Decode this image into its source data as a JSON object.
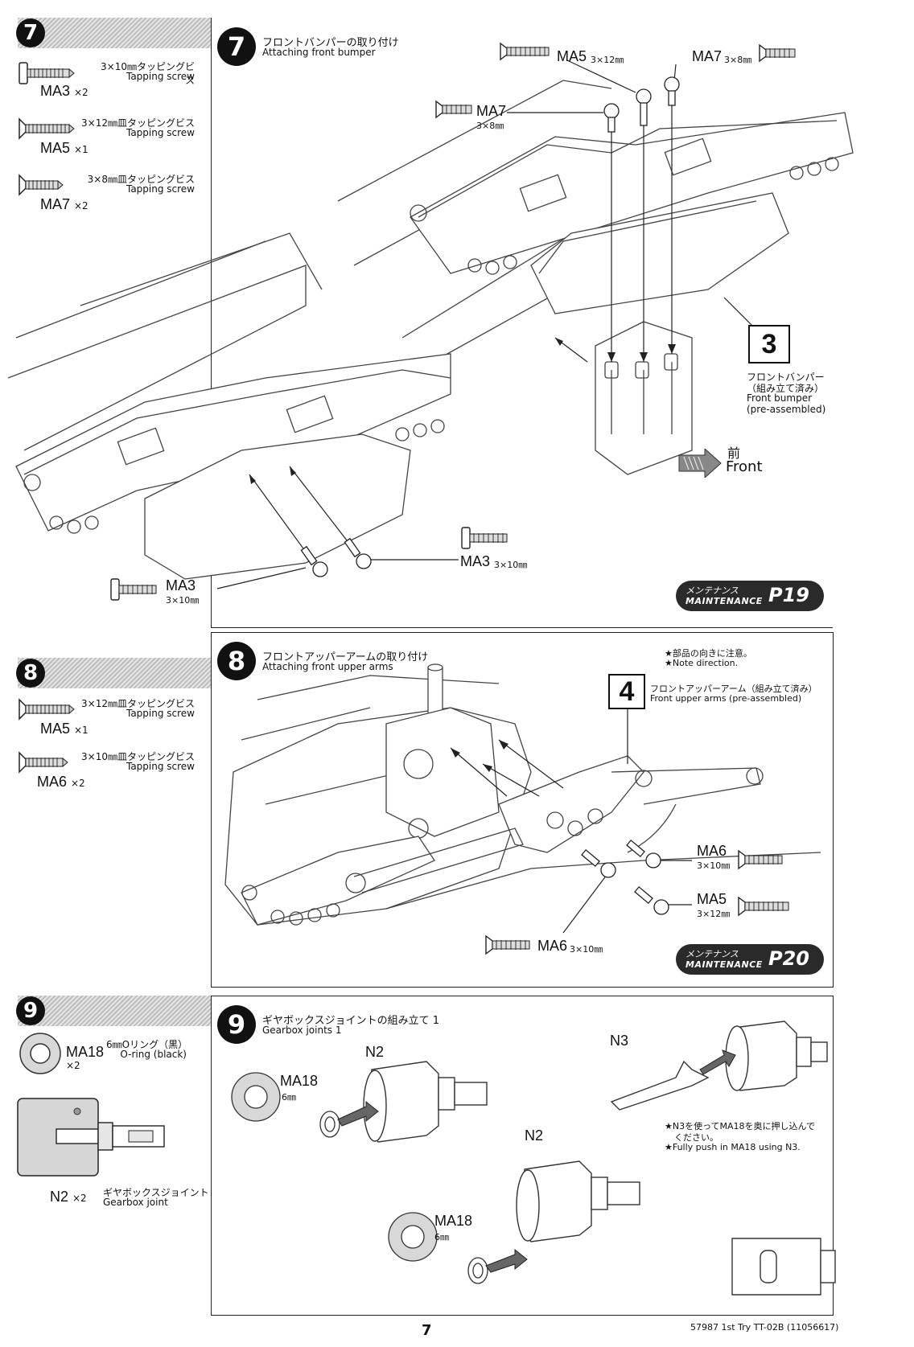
{
  "step7": {
    "number": "7",
    "title_jp": "フロントバンパーの取り付け",
    "title_en": "Attaching front bumper",
    "parts": [
      {
        "code": "MA3",
        "qty": "×2",
        "size_jp": "3×10㎜タッピングビス",
        "desc_en": "Tapping screw"
      },
      {
        "code": "MA5",
        "qty": "×1",
        "size_jp": "3×12㎜皿タッピングビス",
        "desc_en": "Tapping screw"
      },
      {
        "code": "MA7",
        "qty": "×2",
        "size_jp": "3×8㎜皿タッピングビス",
        "desc_en": "Tapping screw"
      }
    ],
    "callouts": [
      {
        "code": "MA5",
        "size": "3×12㎜"
      },
      {
        "code": "MA7",
        "size": "3×8㎜"
      },
      {
        "code": "MA7",
        "size": "3×8㎜"
      },
      {
        "code": "MA3",
        "size": "3×10㎜"
      },
      {
        "code": "MA3",
        "size": "3×10㎜"
      }
    ],
    "part_box": "3",
    "part_jp": "フロントバンパー",
    "part_jp2": "（組み立て済み）",
    "part_en": "Front bumper",
    "part_en2": "(pre-assembled)",
    "front_jp": "前",
    "front_en": "Front",
    "maintenance_jp": "メンテナンス",
    "maintenance_en": "MAINTENANCE",
    "maintenance_page": "P19"
  },
  "step8": {
    "number": "8",
    "title_jp": "フロントアッパーアームの取り付け",
    "title_en": "Attaching front upper arms",
    "parts": [
      {
        "code": "MA5",
        "qty": "×1",
        "size_jp": "3×12㎜皿タッピングビス",
        "desc_en": "Tapping screw"
      },
      {
        "code": "MA6",
        "qty": "×2",
        "size_jp": "3×10㎜皿タッピングビス",
        "desc_en": "Tapping screw"
      }
    ],
    "note_jp": "★部品の向きに注意。",
    "note_en": "★Note direction.",
    "part_box": "4",
    "part_jp": "フロントアッパーアーム（組み立て済み）",
    "part_en": "Front upper arms (pre-assembled)",
    "callouts": [
      {
        "code": "MA6",
        "size": "3×10㎜"
      },
      {
        "code": "MA5",
        "size": "3×12㎜"
      },
      {
        "code": "MA6",
        "size": "3×10㎜"
      }
    ],
    "maintenance_jp": "メンテナンス",
    "maintenance_en": "MAINTENANCE",
    "maintenance_page": "P20"
  },
  "step9": {
    "number": "9",
    "title_jp": "ギヤボックスジョイントの組み立て 1",
    "title_en": "Gearbox joints 1",
    "parts": [
      {
        "code": "MA18",
        "qty": "×2",
        "size_jp": "6㎜Oリング（黒）",
        "desc_en": "O-ring (black)"
      },
      {
        "code": "N2",
        "qty": "×2",
        "size_jp": "ギヤボックスジョイント",
        "desc_en": "Gearbox joint"
      }
    ],
    "labels": {
      "n2": "N2",
      "n3": "N3",
      "ma18": "MA18",
      "mm6": "6㎜"
    },
    "note_jp1": "★N3を使ってMA18を奥に押し込んで",
    "note_jp2": "ください。",
    "note_en": "★Fully push in MA18 using N3."
  },
  "footer": {
    "page_number": "7",
    "product": "57987 1st Try TT-02B (11056617)"
  }
}
